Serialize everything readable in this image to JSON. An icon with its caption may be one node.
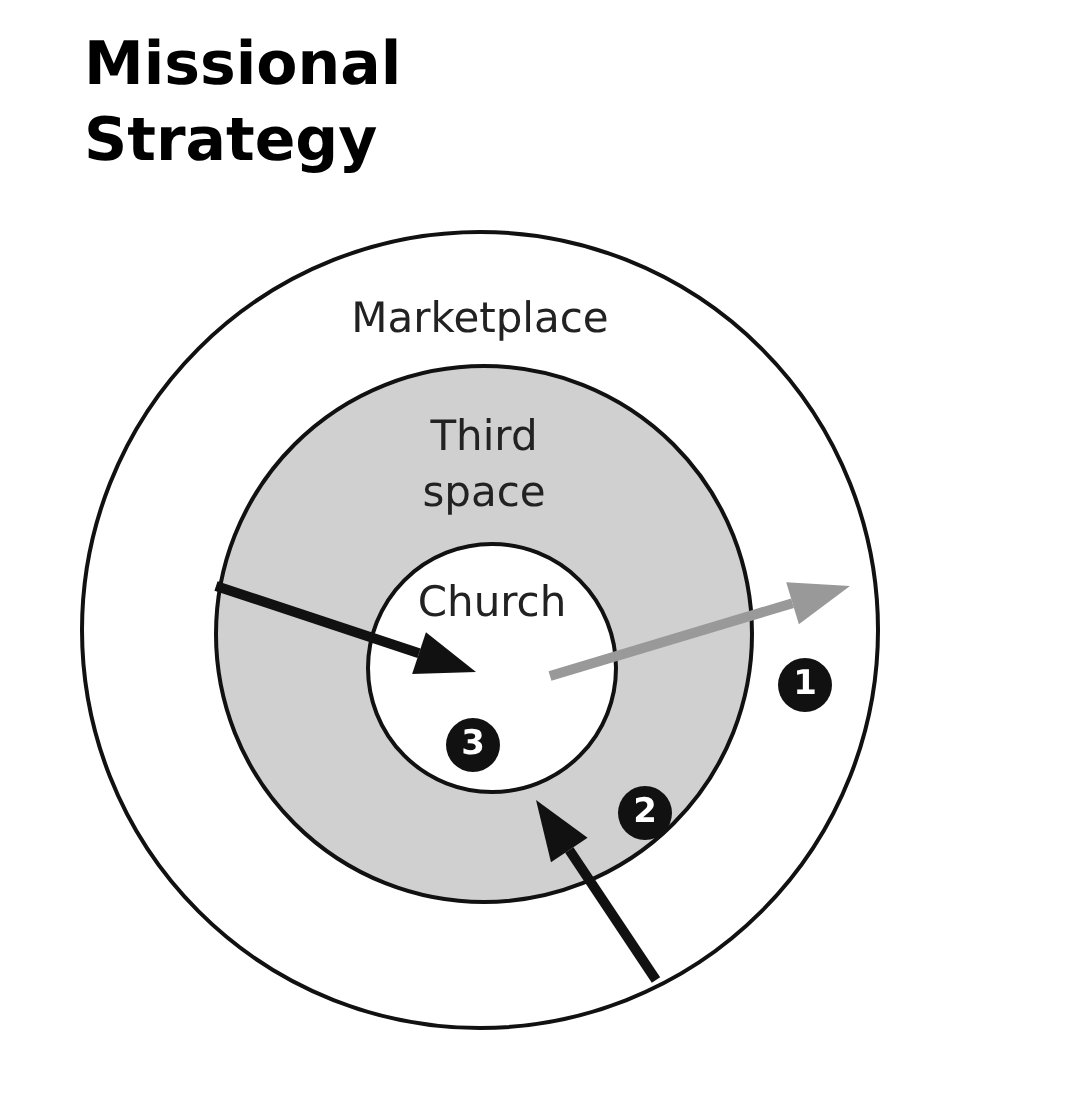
{
  "diagram": {
    "title": "Missional Strategy",
    "nodes": [
      {
        "text": [
          "Marketplace"
        ]
      },
      {
        "text": [
          "Third space"
        ],
        "in": 0
      },
      {
        "text": [
          "Church"
        ],
        "in": 1
      },
      {
        "text": [
          "1"
        ],
        "in": 0
      },
      {
        "text": [
          "2"
        ],
        "in": 1
      },
      {
        "text": [
          "3"
        ],
        "in": 2
      }
    ]
  }
}
